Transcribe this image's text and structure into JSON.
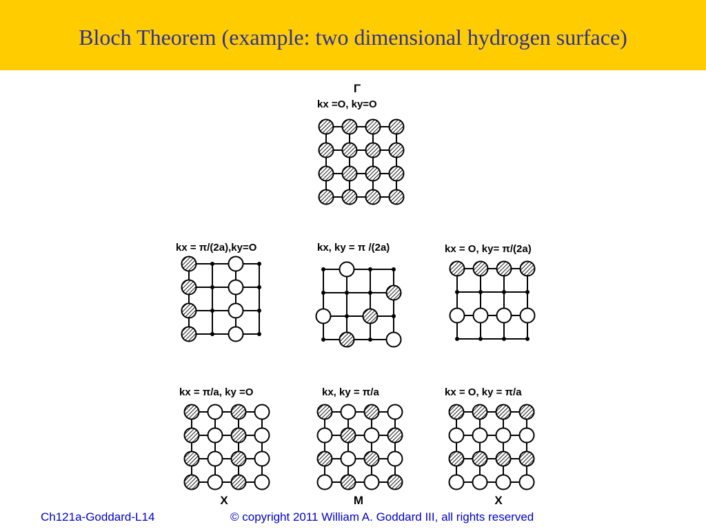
{
  "slide": {
    "title": "Bloch Theorem (example: two dimensional hydrogen surface)",
    "footer_left": "Ch121a-Goddard-L14",
    "footer_right": "© copyright 2011 William A. Goddard III, all rights reserved"
  },
  "colors": {
    "title_bar": "#ffcc00",
    "title_text": "#2e3192",
    "footer_text": "#0000cc"
  },
  "diagram": {
    "panels": [
      {
        "id": "gamma",
        "point_label": "Γ",
        "k_label": "kx =O,  ky=O",
        "lines": false,
        "grid": [
          "HHHH",
          "HHHH",
          "HHHH",
          "HHHH"
        ]
      },
      {
        "id": "kx-half",
        "point_label": "",
        "k_label": "kx = π/(2a),ky=O",
        "lines": true,
        "grid": [
          "H.O.",
          "H.O.",
          "H.O.",
          "H.O."
        ]
      },
      {
        "id": "kxy-half",
        "point_label": "",
        "k_label": "kx, ky = π /(2a)",
        "lines": true,
        "grid": [
          ".O..",
          "...H",
          "O.H.",
          ".H.O"
        ]
      },
      {
        "id": "ky-half",
        "point_label": "",
        "k_label": "kx = O,  ky= π/(2a)",
        "lines": true,
        "grid": [
          "HHHH",
          "....",
          "OOOO",
          "...."
        ]
      },
      {
        "id": "kx-full",
        "point_label": "X",
        "k_label": "kx = π/a,  ky =O",
        "lines": false,
        "grid": [
          "HOHO",
          "HOHO",
          "HOHO",
          "HOHO"
        ]
      },
      {
        "id": "kxy-full",
        "point_label": "M",
        "k_label": "kx, ky  =  π/a",
        "lines": false,
        "grid": [
          "HOHO",
          "OHOH",
          "HOHO",
          "OHOH"
        ]
      },
      {
        "id": "ky-full",
        "point_label": "X",
        "k_label": "kx = O,  ky = π/a",
        "lines": false,
        "grid": [
          "HHHH",
          "OOOO",
          "HHHH",
          "OOOO"
        ]
      }
    ]
  }
}
